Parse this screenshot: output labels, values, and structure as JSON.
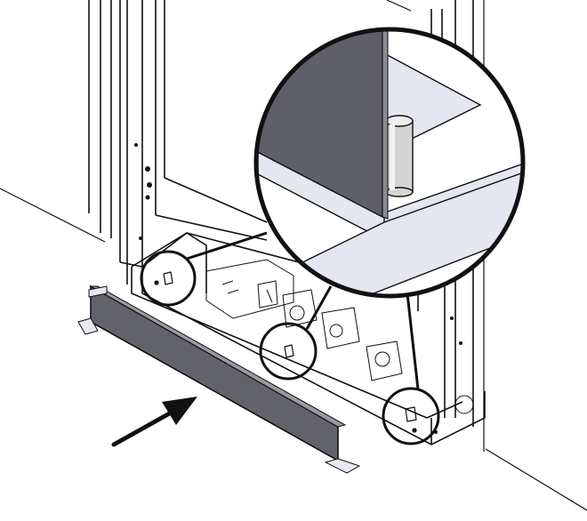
{
  "diagram": {
    "kind": "technical-installation-illustration",
    "colors": {
      "stroke": "#111111",
      "panel_dark": "#5f5f68",
      "panel_mid": "#6a6a73",
      "light_surface": "#e4e6f0",
      "peg": "#cfcfcf",
      "background": "#ffffff"
    },
    "callouts": [
      {
        "target": "foot-left"
      },
      {
        "target": "foot-center"
      },
      {
        "target": "foot-right"
      }
    ],
    "icons": [
      "direction-arrow-icon",
      "magnifier-callout-icon"
    ]
  }
}
